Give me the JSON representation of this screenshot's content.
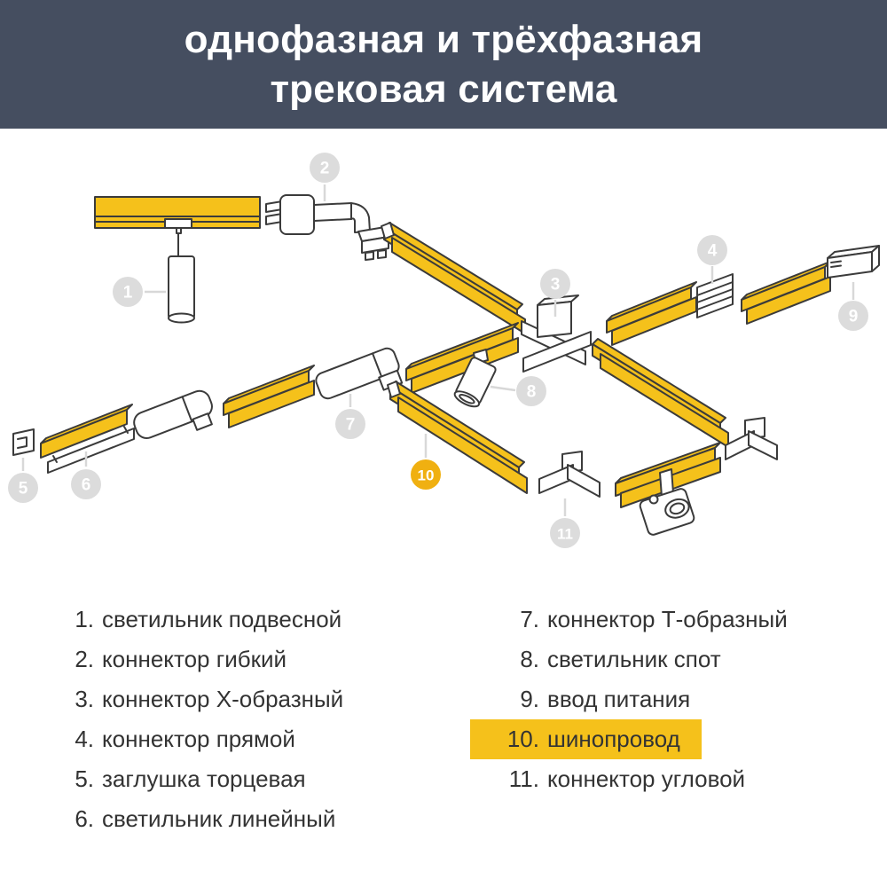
{
  "header": {
    "line1": "однофазная и трёхфазная",
    "line2": "трековая система",
    "bg_color": "#454E60",
    "text_color": "#FFFFFF"
  },
  "diagram": {
    "track_color": "#F5C11B",
    "outline_color": "#3B3B3B",
    "marker_default_color": "#DCDCDC",
    "marker_highlight_color": "#F0B011",
    "leader_line_color": "#D8D8D8",
    "markers": [
      {
        "n": "1"
      },
      {
        "n": "2"
      },
      {
        "n": "3"
      },
      {
        "n": "4"
      },
      {
        "n": "5"
      },
      {
        "n": "6"
      },
      {
        "n": "7"
      },
      {
        "n": "8"
      },
      {
        "n": "9"
      },
      {
        "n": "10"
      },
      {
        "n": "11"
      }
    ]
  },
  "legend": {
    "highlight_color": "#F5C11B",
    "left": [
      {
        "num": "1.",
        "label": "светильник подвесной"
      },
      {
        "num": "2.",
        "label": "коннектор гибкий"
      },
      {
        "num": "3.",
        "label": "коннектор Х-образный"
      },
      {
        "num": "4.",
        "label": "коннектор прямой"
      },
      {
        "num": "5.",
        "label": "заглушка торцевая"
      },
      {
        "num": "6.",
        "label": "светильник линейный"
      }
    ],
    "right": [
      {
        "num": "7.",
        "label": "коннектор Т-образный"
      },
      {
        "num": "8.",
        "label": "светильник спот"
      },
      {
        "num": "9.",
        "label": "ввод питания"
      },
      {
        "num": "10.",
        "label": "шинопровод"
      },
      {
        "num": "11.",
        "label": "коннектор угловой"
      }
    ]
  }
}
